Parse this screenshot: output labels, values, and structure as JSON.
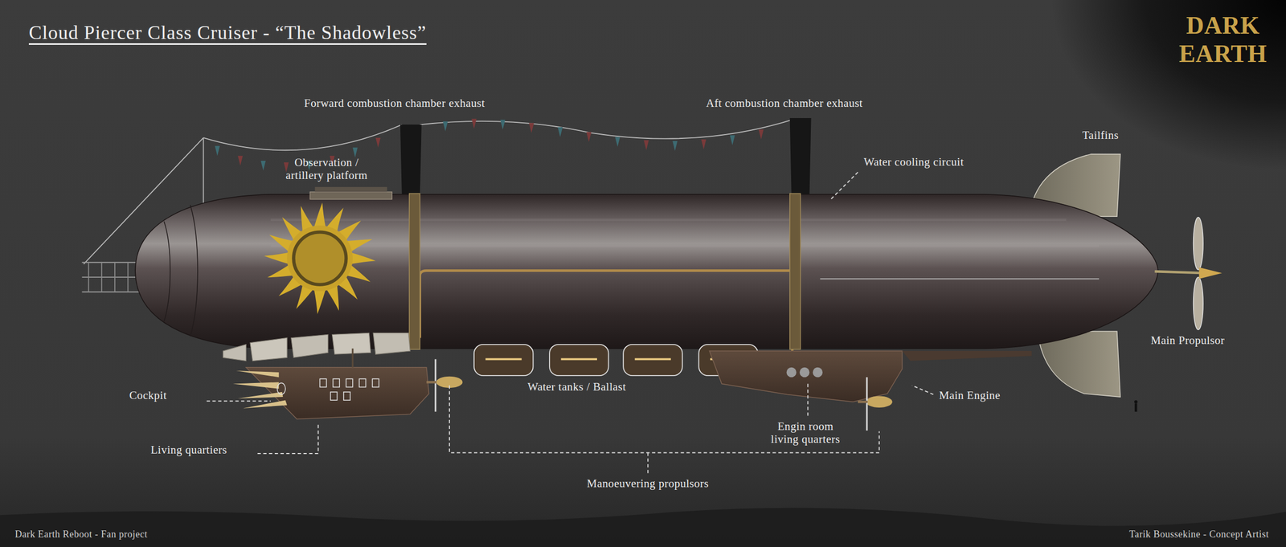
{
  "diagram": {
    "title": "Cloud Piercer Class Cruiser - “The Shadowless”",
    "labels": [
      "Forward combustion chamber exhaust",
      "Aft combustion chamber exhaust",
      "Observation / artillery platform",
      "Water cooling circuit",
      "Tailfins",
      "Main Propulsor",
      "Cockpit",
      "Living quartiers",
      "Water tanks / Ballast",
      "Main Engine",
      "Engin room living quarters",
      "Manoeuvering propulsors",
      "Dark Earth Reboot - Fan project",
      "Tarik Boussekine - Concept Artist",
      "DARK EARTH"
    ]
  }
}
